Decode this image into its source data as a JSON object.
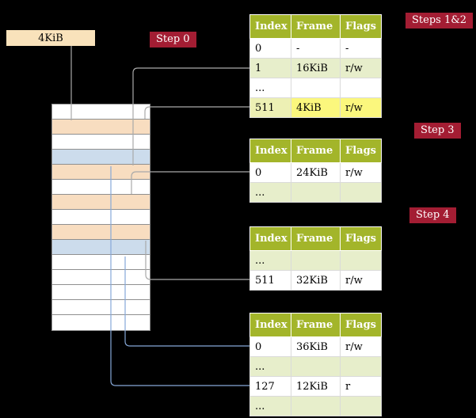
{
  "colors": {
    "white": "#ffffff",
    "green": "#e7eecb",
    "yellow": "#fbf77d",
    "greenyellow": "#edf0b4",
    "peach": "#f8ddc0",
    "blue": "#ccdcec",
    "header_green": "#a3b52a",
    "crimson": "#a31d33",
    "arrow_gray": "#a9a9a9",
    "arrow_blue": "#86a8d8"
  },
  "pointer_box": {
    "label": "4KiB"
  },
  "labels": {
    "step0": "Step 0",
    "steps12": "Steps 1&2",
    "step3": "Step 3",
    "step4": "Step 4"
  },
  "tables": [
    {
      "name": "page-table-level-1",
      "headers": [
        "Index",
        "Frame",
        "Flags"
      ],
      "rows": [
        {
          "cells": [
            "0",
            "-",
            "-"
          ],
          "bg": [
            "white",
            "white",
            "white"
          ]
        },
        {
          "cells": [
            "1",
            "16KiB",
            "r/w"
          ],
          "bg": [
            "green",
            "green",
            "green"
          ]
        },
        {
          "cells": [
            "...",
            "",
            ""
          ],
          "bg": [
            "white",
            "white",
            "white"
          ]
        },
        {
          "cells": [
            "511",
            "4KiB",
            "r/w"
          ],
          "bg": [
            "greenyellow",
            "yellow",
            "yellow"
          ]
        }
      ]
    },
    {
      "name": "page-table-level-2",
      "headers": [
        "Index",
        "Frame",
        "Flags"
      ],
      "rows": [
        {
          "cells": [
            "0",
            "24KiB",
            "r/w"
          ],
          "bg": [
            "white",
            "white",
            "white"
          ]
        },
        {
          "cells": [
            "...",
            "",
            ""
          ],
          "bg": [
            "green",
            "green",
            "green"
          ]
        }
      ]
    },
    {
      "name": "page-table-level-3",
      "headers": [
        "Index",
        "Frame",
        "Flags"
      ],
      "rows": [
        {
          "cells": [
            "...",
            "",
            ""
          ],
          "bg": [
            "green",
            "green",
            "green"
          ]
        },
        {
          "cells": [
            "511",
            "32KiB",
            "r/w"
          ],
          "bg": [
            "white",
            "white",
            "white"
          ]
        }
      ]
    },
    {
      "name": "page-table-level-4",
      "headers": [
        "Index",
        "Frame",
        "Flags"
      ],
      "rows": [
        {
          "cells": [
            "0",
            "36KiB",
            "r/w"
          ],
          "bg": [
            "white",
            "white",
            "white"
          ]
        },
        {
          "cells": [
            "...",
            "",
            ""
          ],
          "bg": [
            "green",
            "green",
            "green"
          ]
        },
        {
          "cells": [
            "127",
            "12KiB",
            "r"
          ],
          "bg": [
            "white",
            "white",
            "white"
          ]
        },
        {
          "cells": [
            "...",
            "",
            ""
          ],
          "bg": [
            "green",
            "green",
            "green"
          ]
        }
      ]
    }
  ],
  "memory": {
    "cells": [
      {
        "color": "white"
      },
      {
        "color": "peach"
      },
      {
        "color": "white"
      },
      {
        "color": "blue"
      },
      {
        "color": "peach"
      },
      {
        "color": "white"
      },
      {
        "color": "peach"
      },
      {
        "color": "white"
      },
      {
        "color": "peach"
      },
      {
        "color": "blue"
      },
      {
        "color": "white"
      },
      {
        "color": "white"
      },
      {
        "color": "white"
      },
      {
        "color": "white"
      },
      {
        "color": "white"
      }
    ]
  }
}
